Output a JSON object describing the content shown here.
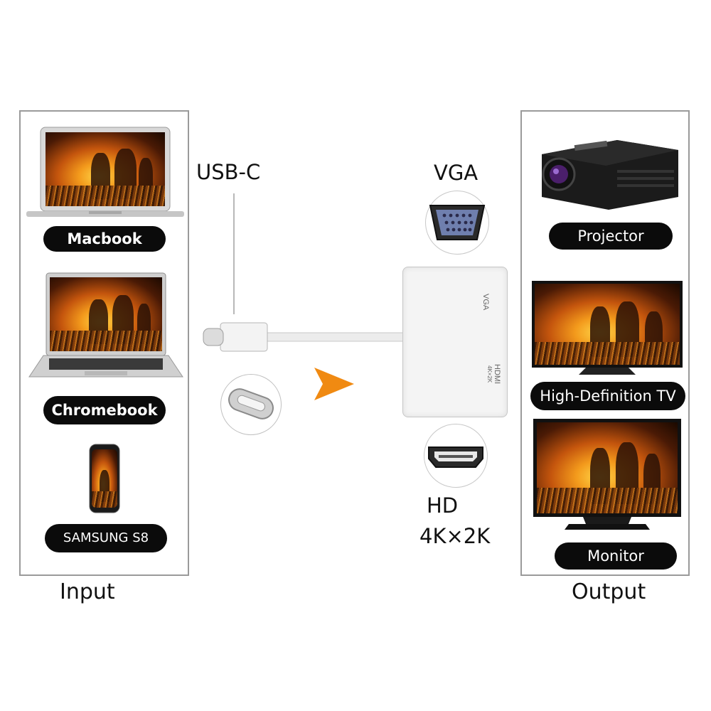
{
  "input": {
    "caption": "Input",
    "devices": [
      {
        "label": "Macbook"
      },
      {
        "label": "Chromebook"
      },
      {
        "label": "SAMSUNG S8"
      }
    ]
  },
  "output": {
    "caption": "Output",
    "devices": [
      {
        "label": "Projector"
      },
      {
        "label": "High-Definition TV"
      },
      {
        "label": "Monitor"
      }
    ]
  },
  "connector": {
    "usb_label": "USB-C",
    "vga_label": "VGA",
    "hd_label": "HD",
    "resolution_label": "4K×2K",
    "adapter_vga_text": "VGA",
    "adapter_hdmi_text": "HDMI",
    "adapter_hdmi_sub": "4K×2K"
  },
  "colors": {
    "arrow": "#f08a12",
    "pill_bg": "#0b0b0b",
    "panel_border": "#9a9a9a"
  },
  "icons": [
    "laptop-icon",
    "usb-c-plug-icon",
    "vga-port-icon",
    "hdmi-port-icon",
    "arrow-right-icon",
    "projector-icon",
    "tv-icon",
    "monitor-icon",
    "phone-icon"
  ]
}
